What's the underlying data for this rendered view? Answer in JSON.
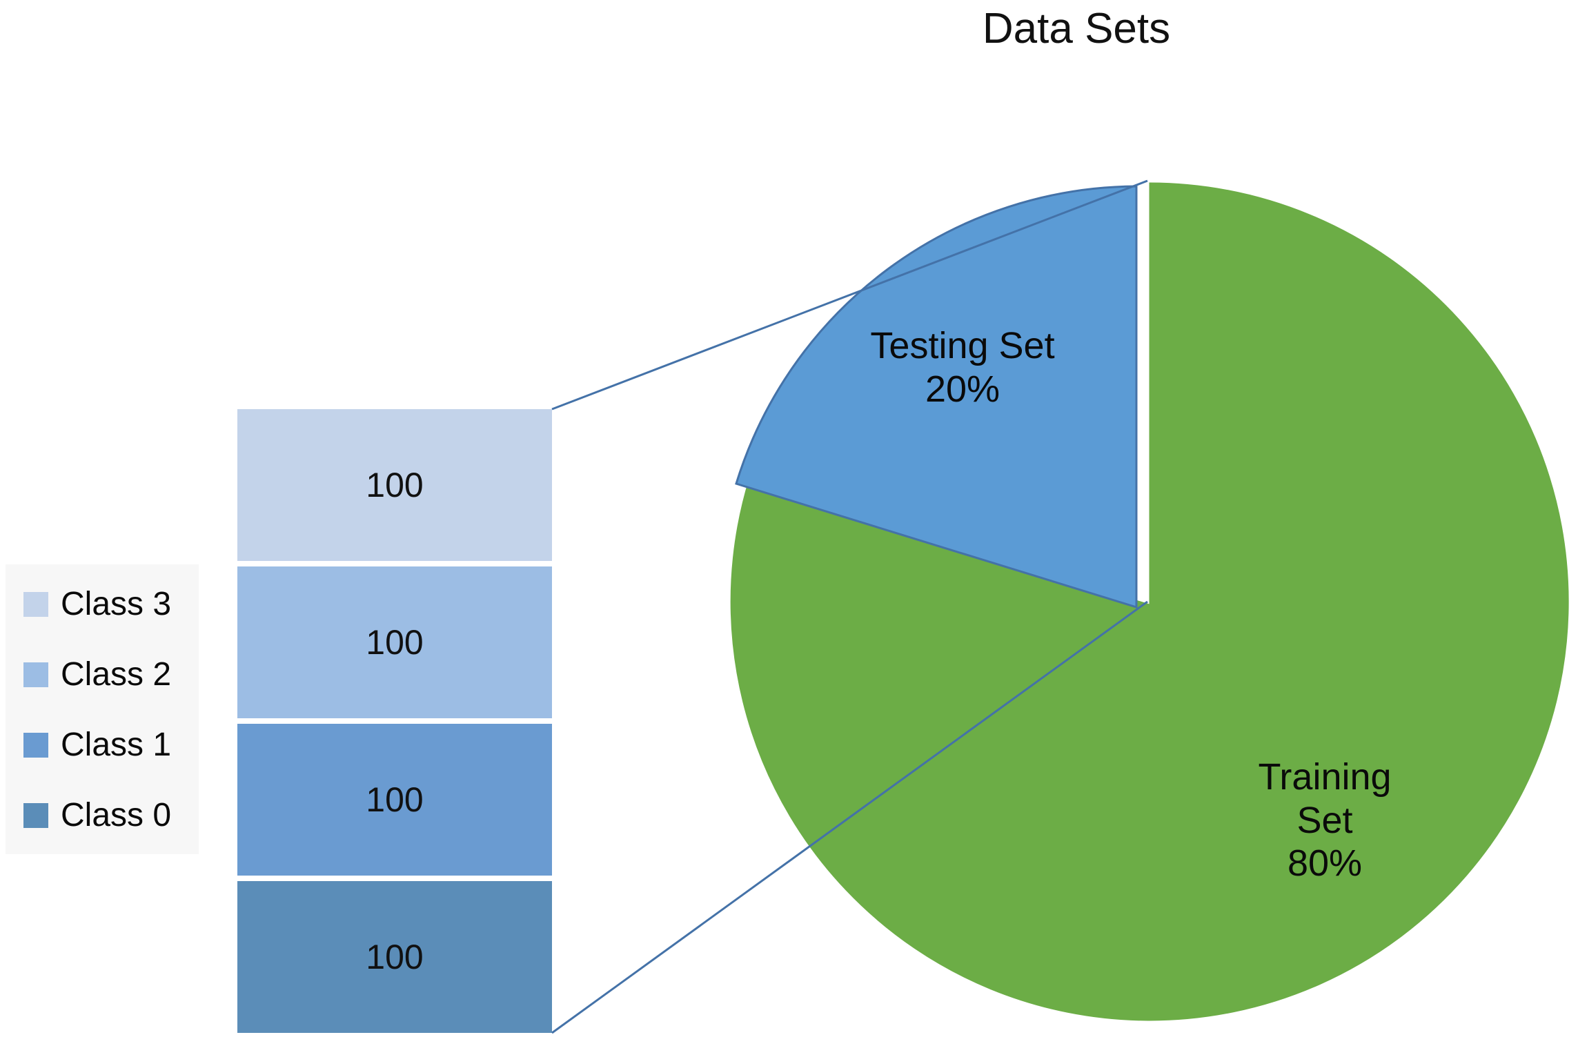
{
  "chart_data": {
    "type": "pie",
    "title": "Data Sets",
    "xlabel": "",
    "ylabel": "",
    "grid": false,
    "legend_position": "left",
    "labels": [
      "Training Set",
      "Testing Set"
    ],
    "values": [
      80,
      20
    ],
    "value_suffix": "%",
    "slice_colors": [
      "#6cad46",
      "#5b9bd5"
    ],
    "exploded_slice": "Testing Set",
    "annotations": [
      "Training Set\n80%",
      "Testing Set\n20%"
    ],
    "secondary_chart": {
      "type": "bar",
      "orientation": "stacked-vertical",
      "categories": [
        "Class 3",
        "Class 2",
        "Class 1",
        "Class 0"
      ],
      "values": [
        100,
        100,
        100,
        100
      ],
      "total": 400,
      "colors": [
        "#c3d3ea",
        "#9cbde4",
        "#6a9bd1",
        "#5b8db8"
      ]
    }
  },
  "title": {
    "text": "Data Sets"
  },
  "legend": {
    "items": [
      {
        "label": "Class 3",
        "color": "#c3d3ea"
      },
      {
        "label": "Class 2",
        "color": "#9cbde4"
      },
      {
        "label": "Class 1",
        "color": "#6a9bd1"
      },
      {
        "label": "Class 0",
        "color": "#5b8db8"
      }
    ]
  },
  "bar": {
    "segments": [
      {
        "name": "Class 3",
        "value": "100",
        "color": "#c3d3ea"
      },
      {
        "name": "Class 2",
        "value": "100",
        "color": "#9cbde4"
      },
      {
        "name": "Class 1",
        "value": "100",
        "color": "#6a9bd1"
      },
      {
        "name": "Class 0",
        "value": "100",
        "color": "#5b8db8"
      }
    ]
  },
  "pie": {
    "slices": [
      {
        "name": "Training Set",
        "percent": "80%",
        "label": "Training\nSet\n80%",
        "color": "#6cad46"
      },
      {
        "name": "Testing Set",
        "percent": "20%",
        "label": "Testing Set\n20%",
        "color": "#5b9bd5"
      }
    ]
  },
  "colors": {
    "background": "#ffffff",
    "leader_line": "#4472a8",
    "legend_background": "#f7f7f7",
    "text": "#0a0a0a"
  }
}
